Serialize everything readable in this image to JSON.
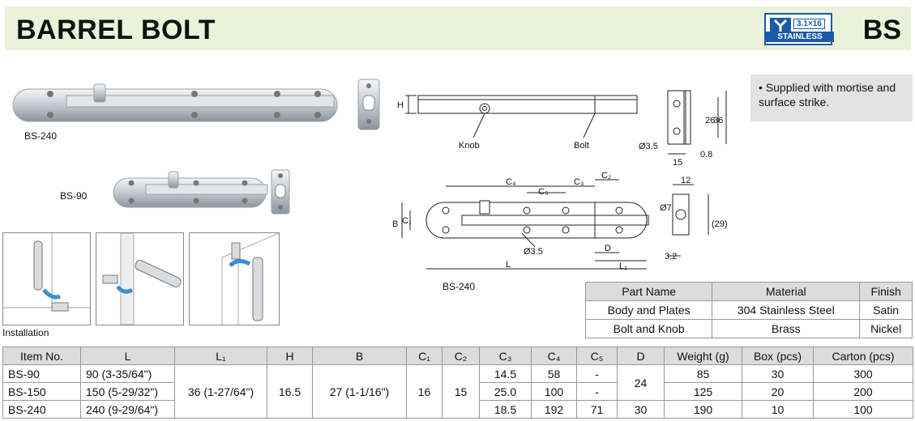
{
  "header": {
    "title": "BARREL BOLT",
    "code": "BS",
    "badge_size": "3.1×16",
    "badge_material": "STAINLESS"
  },
  "note": "• Supplied with mortise and surface strike.",
  "captions": {
    "bs240": "BS-240",
    "bs90": "BS-90",
    "installation": "Installation",
    "drawing_model": "BS-240"
  },
  "drawing": {
    "knob": "Knob",
    "bolt": "Bolt",
    "h": "H",
    "b": "B",
    "c1": "C₁",
    "c2": "C₂",
    "c3": "C₃",
    "c4": "C₄",
    "c5": "C₅",
    "l": "L",
    "l1": "L₁",
    "d": "D",
    "hole": "Ø3.5",
    "hole2": "Ø3.5",
    "dia7": "Ø7",
    "d26": "26",
    "d36": "36",
    "d15": "15",
    "d08": "0.8",
    "d12": "12",
    "d29": "(29)",
    "d32": "3.2"
  },
  "materials": {
    "headers": [
      "Part Name",
      "Material",
      "Finish"
    ],
    "rows": [
      [
        "Body and Plates",
        "304 Stainless Steel",
        "Satin"
      ],
      [
        "Bolt and Knob",
        "Brass",
        "Nickel"
      ]
    ]
  },
  "spec": {
    "headers": [
      "Item No.",
      "L",
      "L₁",
      "H",
      "B",
      "C₁",
      "C₂",
      "C₃",
      "C₄",
      "C₅",
      "D",
      "Weight (g)",
      "Box (pcs)",
      "Carton (pcs)"
    ],
    "rows": [
      {
        "item": "BS-90",
        "l": "90  (3-35/64\")",
        "c3": "14.5",
        "c4": "58",
        "c5": "-",
        "weight": "85",
        "box": "30",
        "carton": "300"
      },
      {
        "item": "BS-150",
        "l": "150 (5-29/32\")",
        "c3": "25.0",
        "c4": "100",
        "c5": "-",
        "weight": "125",
        "box": "20",
        "carton": "200"
      },
      {
        "item": "BS-240",
        "l": "240 (9-29/64\")",
        "c3": "18.5",
        "c4": "192",
        "c5": "71",
        "d": "30",
        "weight": "190",
        "box": "10",
        "carton": "100"
      }
    ],
    "shared": {
      "l1": "36 (1-27/64\")",
      "h": "16.5",
      "b": "27 (1-1/16\")",
      "c1": "16",
      "c2": "15",
      "d_small": "24"
    }
  }
}
